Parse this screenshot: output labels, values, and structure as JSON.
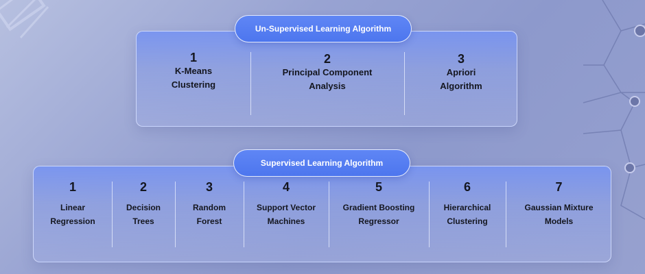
{
  "unsupervised": {
    "title": "Un-Supervised Learning Algorithm",
    "items": [
      {
        "num": "1",
        "line1": "K-Means",
        "line2": "Clustering"
      },
      {
        "num": "2",
        "line1": "Principal Component",
        "line2": "Analysis"
      },
      {
        "num": "3",
        "line1": "Apriori",
        "line2": "Algorithm"
      }
    ]
  },
  "supervised": {
    "title": "Supervised Learning Algorithm",
    "items": [
      {
        "num": "1",
        "line1": "Linear",
        "line2": "Regression"
      },
      {
        "num": "2",
        "line1": "Decision",
        "line2": "Trees"
      },
      {
        "num": "3",
        "line1": "Random",
        "line2": "Forest"
      },
      {
        "num": "4",
        "line1": "Support Vector",
        "line2": "Machines"
      },
      {
        "num": "5",
        "line1": "Gradient Boosting",
        "line2": "Regressor"
      },
      {
        "num": "6",
        "line1": "Hierarchical",
        "line2": "Clustering"
      },
      {
        "num": "7",
        "line1": "Gaussian Mixture",
        "line2": "Models"
      }
    ]
  },
  "colors": {
    "pill": "#5a80f2",
    "panel_top": "#7894f0",
    "background": "#98a3d2"
  }
}
